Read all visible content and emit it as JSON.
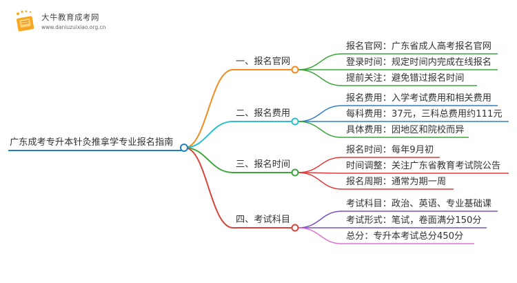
{
  "logo": {
    "title": "大牛教育成考网",
    "url": "www.daniuzuixiao.org.cn"
  },
  "root": {
    "label": "广东成考专升本针灸推拿学专业报名指南",
    "color": "#1f7fc3"
  },
  "branches": [
    {
      "label": "一、报名官网",
      "color": "#f28b1c",
      "children": [
        {
          "label": "报名官网：广东省成人高考报名官网",
          "color": "#3aa63a"
        },
        {
          "label": "登录时间：规定时间内完成在线报名",
          "color": "#3aa63a"
        },
        {
          "label": "提前关注：避免错过报名时间",
          "color": "#3aa63a"
        }
      ]
    },
    {
      "label": "二、报名费用",
      "color": "#2bbfd4",
      "children": [
        {
          "label": "报名费用：入学考试费用和相关费用",
          "color": "#2e7ec2"
        },
        {
          "label": "每科费用：37元，三科总费用约111元",
          "color": "#2e7ec2"
        },
        {
          "label": "具体费用：因地区和院校而异",
          "color": "#3aa63a"
        }
      ]
    },
    {
      "label": "三、报名时间",
      "color": "#3aa63a",
      "children": [
        {
          "label": "报名时间：每年9月初",
          "color": "#e03a3a"
        },
        {
          "label": "时间调整：关注广东省教育考试院公告",
          "color": "#e03a3a"
        },
        {
          "label": "报名周期：通常为期一周",
          "color": "#e03a3a"
        }
      ]
    },
    {
      "label": "四、考试科目",
      "color": "#d8453a",
      "children": [
        {
          "label": "考试科目：政治、英语、专业基础课",
          "color": "#7b4fc2"
        },
        {
          "label": "考试形式：笔试，卷面满分150分",
          "color": "#7b4fc2"
        },
        {
          "label": "总分：专升本考试总分450分",
          "color": "#e06fd0"
        }
      ]
    }
  ]
}
